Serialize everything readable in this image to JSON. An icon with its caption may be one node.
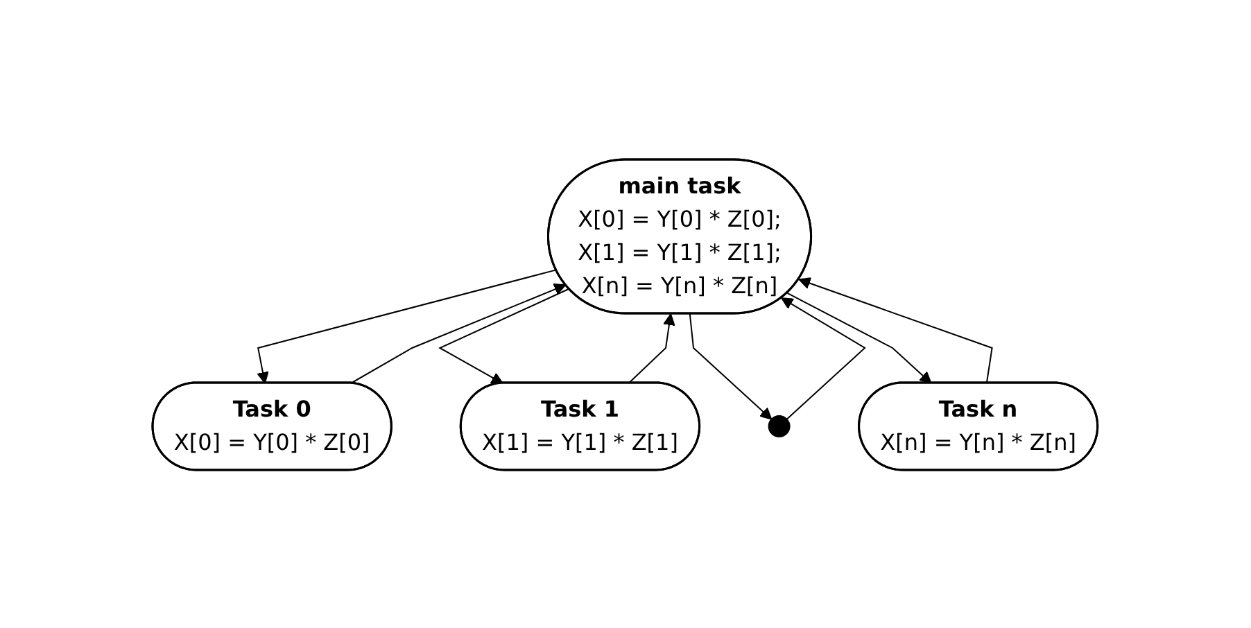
{
  "diagram": {
    "nodes": [
      {
        "text": [
          "main task",
          "X[0] = Y[0] * Z[0];",
          "X[1] = Y[1] * Z[1];",
          "X[n] = Y[n] * Z[n]"
        ]
      },
      {
        "text": [
          "Task 0",
          "X[0] = Y[0] * Z[0]"
        ]
      },
      {
        "text": [
          "Task 1",
          "X[1] = Y[1] * Z[1]"
        ]
      },
      {
        "text": [],
        "shape": "dots"
      },
      {
        "text": [
          "Task n",
          "X[n] = Y[n] * Z[n]"
        ]
      }
    ],
    "edges": [
      {
        "from": 1,
        "to": 0,
        "arrow": "to"
      },
      {
        "from": 0,
        "to": 1,
        "arrow": "to"
      },
      {
        "from": 2,
        "to": 0,
        "arrow": "to"
      },
      {
        "from": 0,
        "to": 2,
        "arrow": "to"
      },
      {
        "from": 0,
        "to": 3,
        "arrow": "to"
      },
      {
        "from": 3,
        "to": 0,
        "arrow": "to"
      },
      {
        "from": 0,
        "to": 4,
        "arrow": "to"
      },
      {
        "from": 4,
        "to": 0,
        "arrow": "to"
      }
    ]
  }
}
